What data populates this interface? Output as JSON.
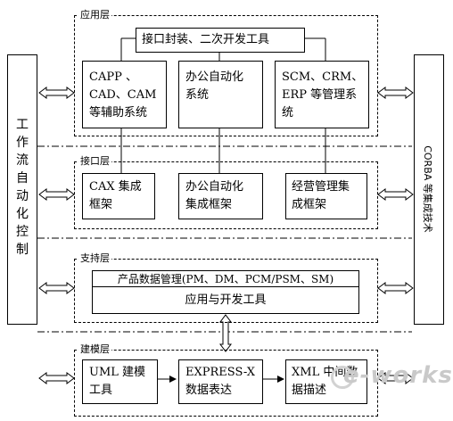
{
  "left_column": {
    "label": "工作流自动化控制"
  },
  "right_column": {
    "label": "CORBA 等集成技术"
  },
  "layers": {
    "application": {
      "label": "应用层",
      "top_box": "接口封装、二次开发工具",
      "boxes": [
        [
          "CAPP 、",
          "CAD、CAM",
          "等辅助系统"
        ],
        [
          "办公自动化",
          "系统"
        ],
        [
          "SCM、CRM、",
          "ERP 等管理系",
          "统"
        ]
      ]
    },
    "interface": {
      "label": "接口层",
      "boxes": [
        [
          "CAX 集成",
          "框架"
        ],
        [
          "办公自动化",
          "集成框架"
        ],
        [
          "经营管理集",
          "成框架"
        ]
      ]
    },
    "support": {
      "label": "支持层",
      "row1": "产品数据管理(PM、DM、PCM/PSM、SM)",
      "row2": "应用与开发工具"
    },
    "modeling": {
      "label": "建模层",
      "boxes": [
        [
          "UML 建模",
          "工具"
        ],
        [
          "EXPRESS-X",
          "数据表达"
        ],
        [
          "XML 中间数",
          "据描述"
        ]
      ]
    }
  },
  "watermark": "e-works"
}
